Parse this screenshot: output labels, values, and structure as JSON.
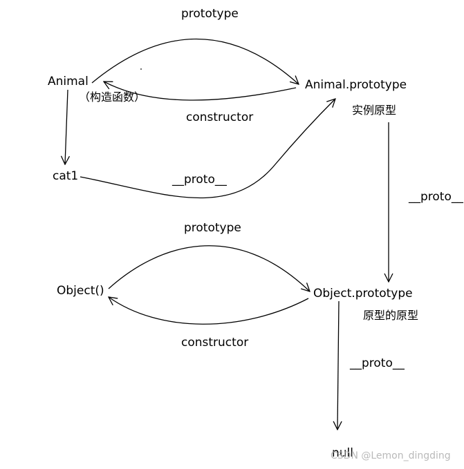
{
  "nodes": {
    "animal": "Animal",
    "animal_note": "（构造函数）",
    "animal_prototype": "Animal.prototype",
    "animal_prototype_note": "实例原型",
    "cat1": "cat1",
    "object_ctor": "Object()",
    "object_prototype": "Object.prototype",
    "object_prototype_note": "原型的原型",
    "null_node": "null"
  },
  "edges": {
    "top_prototype": "prototype",
    "top_constructor": "constructor",
    "cat_proto": "__proto__",
    "animal_proto_proto": "__proto__",
    "bottom_prototype": "prototype",
    "bottom_constructor": "constructor",
    "object_proto_proto": "__proto__"
  },
  "watermark": "CSDN @Lemon_dingding",
  "colors": {
    "stroke": "#000000",
    "watermark": "#b9b9b9"
  }
}
